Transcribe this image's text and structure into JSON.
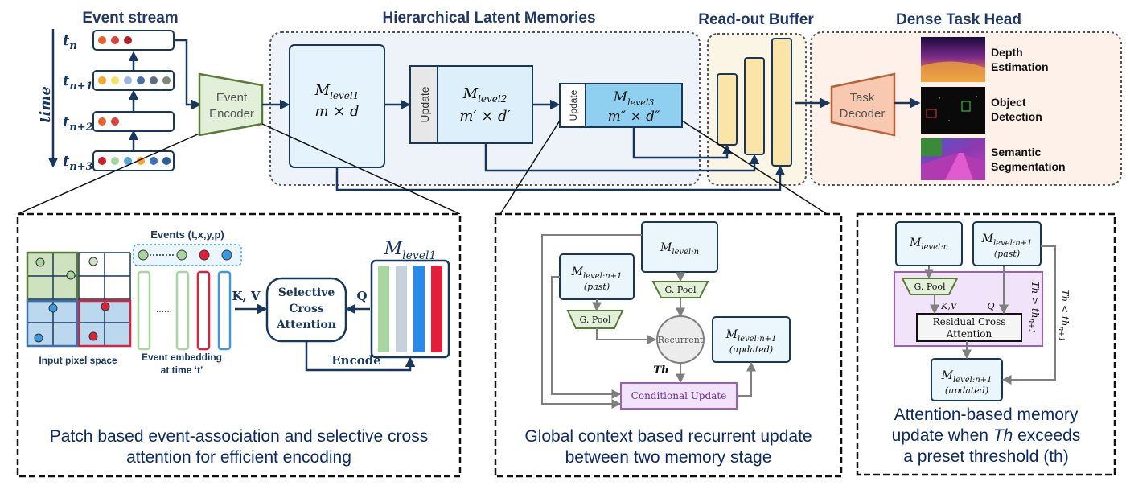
{
  "colors": {
    "navy": "#17375e",
    "enc_fill": "#e2efd9",
    "enc_stroke": "#5a7a3a",
    "mem_fill": "#dff0fb",
    "mem_light": "#eaf6fc",
    "mem3_fill": "#8fd0f0",
    "buffer_fill": "#fbe4a8",
    "buffer_stroke": "#c89a2e",
    "decoder_fill": "#f8c9b0",
    "decoder_stroke": "#b5633a",
    "purple_fill": "#f1e4fa",
    "purple_stroke": "#9d5bc8",
    "panel_bg": "#eef3fa",
    "panel_bg_warm": "#fdf1e9"
  },
  "headers": {
    "event_stream": "Event stream",
    "memories": "Hierarchical Latent Memories",
    "buffer": "Read-out Buffer",
    "task_head": "Dense Task Head"
  },
  "time_label": "time",
  "stream_rows": [
    {
      "t": "t",
      "sub": "n",
      "dots": [
        "#e8622c",
        "#d9443a",
        "#b3202c"
      ]
    },
    {
      "t": "t",
      "sub": "n+1",
      "dots": [
        "#f4a52a",
        "#f3e26a",
        "#9ab7e0",
        "#4a6ea8",
        "#5c6d7e",
        "#7a8a78"
      ]
    },
    {
      "t": "t",
      "sub": "n+2",
      "dots": [
        "#e8622c",
        "#d9443a"
      ]
    },
    {
      "t": "t",
      "sub": "n+3",
      "dots": [
        "#c4202c",
        "#a8d5a0",
        "#5aa8d8",
        "#f4a52a",
        "#3a6fb0",
        "#2a5c9a"
      ]
    }
  ],
  "encoder": {
    "line1": "Event",
    "line2": "Encoder"
  },
  "memory1": {
    "name": "M",
    "sub": "level1",
    "dims": "m × d"
  },
  "memory2": {
    "name": "M",
    "sub": "level2",
    "dims": "m′ × d′",
    "update": "Update"
  },
  "memory3": {
    "name": "M",
    "sub": "level3",
    "dims": "m″ × d″",
    "update": "Update"
  },
  "decoder": {
    "line1": "Task",
    "line2": "Decoder"
  },
  "tasks": [
    {
      "line1": "Depth",
      "line2": "Estimation"
    },
    {
      "line1": "Object",
      "line2": "Detection"
    },
    {
      "line1": "Semantic",
      "line2": "Segmentation"
    }
  ],
  "panel1": {
    "events_label": "Events (t,x,y,p)",
    "pixel_label": "Input pixel space",
    "embed_label1": "Event embedding",
    "embed_label2": "at time ‘t’",
    "ellipsis": "......",
    "kv": "K, V",
    "q": "Q",
    "sca1": "Selective",
    "sca2": "Cross",
    "sca3": "Attention",
    "encode": "Encode",
    "mem_name": "M",
    "mem_sub": "level1",
    "caption1": "Patch based event-association and selective cross",
    "caption2": "attention for efficient encoding"
  },
  "panel2": {
    "m_n": "M",
    "m_n_sub": "level:n",
    "m_past": "M",
    "m_past_sub": "level:n+1",
    "past": "(past)",
    "gpool1": "G. Pool",
    "gpool2": "G. Pool",
    "recurrent": "Recurrent",
    "m_upd": "M",
    "m_upd_sub": "level:n+1",
    "updated": "(updated)",
    "th": "Th",
    "cond": "Conditional Update",
    "caption1": "Global context based recurrent update",
    "caption2": "between two memory stage"
  },
  "panel3": {
    "m_n": "M",
    "m_n_sub": "level:n",
    "m_past": "M",
    "m_past_sub": "level:n+1",
    "past": "(past)",
    "gpool": "G. Pool",
    "kv": "K,V",
    "q": "Q",
    "rca1": "Residual Cross",
    "rca2": "Attention",
    "th_gt": "Th > th",
    "th_gt_sub": "n+1",
    "th_lt": "Th < th",
    "th_lt_sub": "n+1",
    "m_upd": "M",
    "m_upd_sub": "level:n+1",
    "updated": "(updated)",
    "caption1": "Attention-based memory",
    "caption2a": "update when ",
    "caption2b": "Th",
    "caption2c": " exceeds",
    "caption3": "a preset threshold (th)"
  }
}
